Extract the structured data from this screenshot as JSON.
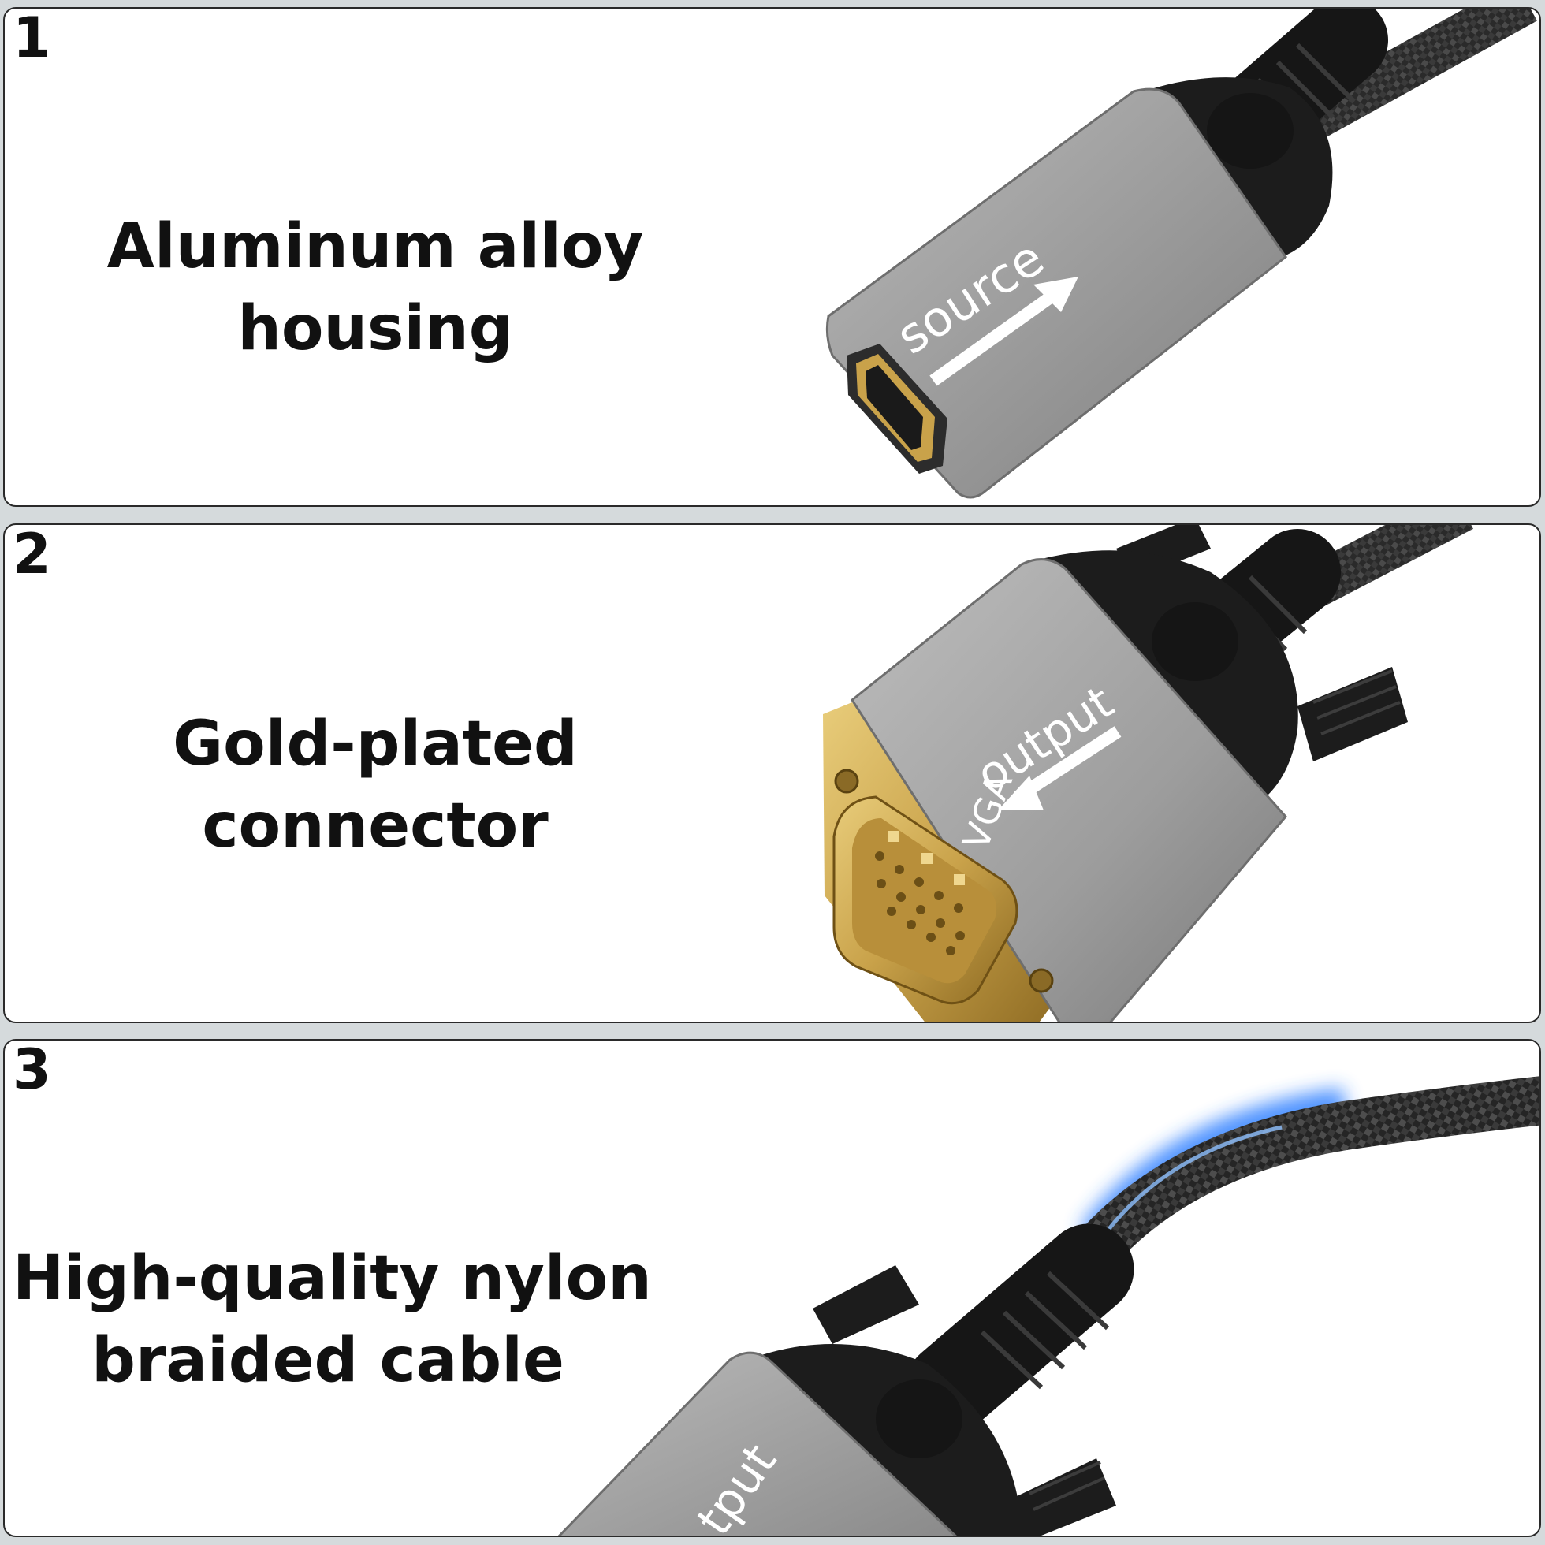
{
  "colors": {
    "page_bg": "#d5dadc",
    "panel_bg": "#ffffff",
    "housing_grey": "#9a9a9a",
    "boot_black": "#1c1c1c",
    "gold": "#c9a24a",
    "glow_blue": "#2f7fff"
  },
  "panels": [
    {
      "number": "1",
      "caption_line1": "Aluminum alloy",
      "caption_line2": "housing",
      "connector_label": "source",
      "icon": "hdmi-female-connector"
    },
    {
      "number": "2",
      "caption_line1": "Gold-plated",
      "caption_line2": "connector",
      "connector_label": "output",
      "connector_label_small": "VGA",
      "icon": "vga-male-connector"
    },
    {
      "number": "3",
      "caption_line1": "High-quality nylon",
      "caption_line2": "braided cable",
      "connector_label": "tput",
      "icon": "braided-cable"
    }
  ]
}
